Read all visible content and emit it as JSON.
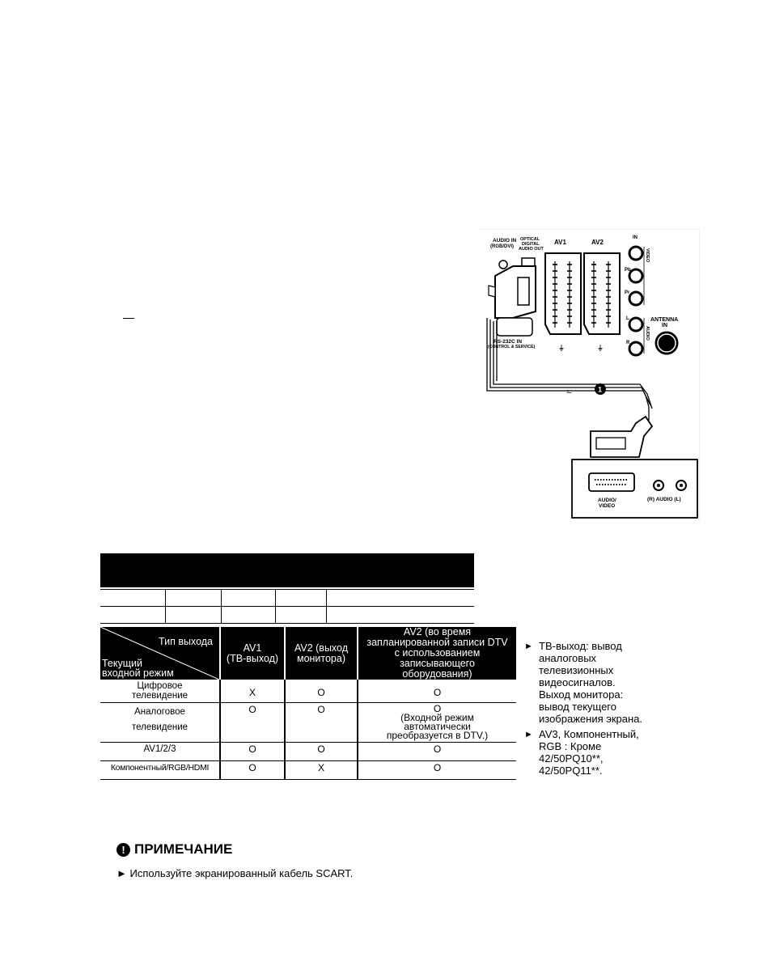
{
  "diagram": {
    "labels": {
      "audio_in": "AUDIO IN",
      "audio_in_sub": "(RGB/DVI)",
      "optical": "OPTICAL",
      "optical_sub1": "DIGITAL",
      "optical_sub2": "AUDIO OUT",
      "av1": "AV1",
      "av2": "AV2",
      "in": "IN",
      "video": "VIDEO",
      "pr": "Pr",
      "pb": "Pb",
      "l": "L",
      "r": "R",
      "audio_vertical": "AUDIO",
      "antenna": "ANTENNA",
      "antenna_in": "IN",
      "rs232": "RS-232C IN",
      "rs232_sub": "(CONTROL & SERVICE)",
      "callout": "1",
      "device_av": "AUDIO/",
      "device_av2": "VIDEO",
      "device_audio": "(R) AUDIO (L)"
    }
  },
  "table": {
    "header_top": "Тип выхода",
    "header_bottom_line1": "Текущий",
    "header_bottom_line2": "входной режим",
    "col1": "AV1\n(ТВ-выход)",
    "col2": "AV2 (выход\nмонитора)",
    "col3": "AV2 (во время\nзапланированной записи DTV\nс использованием\nзаписывающего\nоборудования)",
    "rows": [
      {
        "mode": "Цифровое\nтелевидение",
        "av1": "X",
        "av2": "O",
        "av2rec": "O"
      },
      {
        "mode": "Аналоговое\nтелевидение",
        "av1": "O",
        "av2": "O",
        "av2rec": "O\n(Входной режим\nавтоматически\nпреобразуется в DTV.)"
      },
      {
        "mode": "AV1/2/3",
        "av1": "O",
        "av2": "O",
        "av2rec": "O"
      },
      {
        "mode": "Компонентный/RGB/HDMI",
        "av1": "O",
        "av2": "X",
        "av2rec": "O"
      }
    ]
  },
  "side_notes": {
    "arrow": "►",
    "note1": "ТВ-выход: вывод\nаналоговых\nтелевизионных\nвидеосигналов.\nВыход монитора:\nвывод текущего\nизображения экрана.",
    "note2": "AV3, Компонентный,\nRGB : Кроме\n42/50PQ10**,\n42/50PQ11**."
  },
  "note": {
    "icon": "!",
    "title": "ПРИМЕЧАНИЕ",
    "text": "► Используйте экранированный кабель SCART."
  }
}
